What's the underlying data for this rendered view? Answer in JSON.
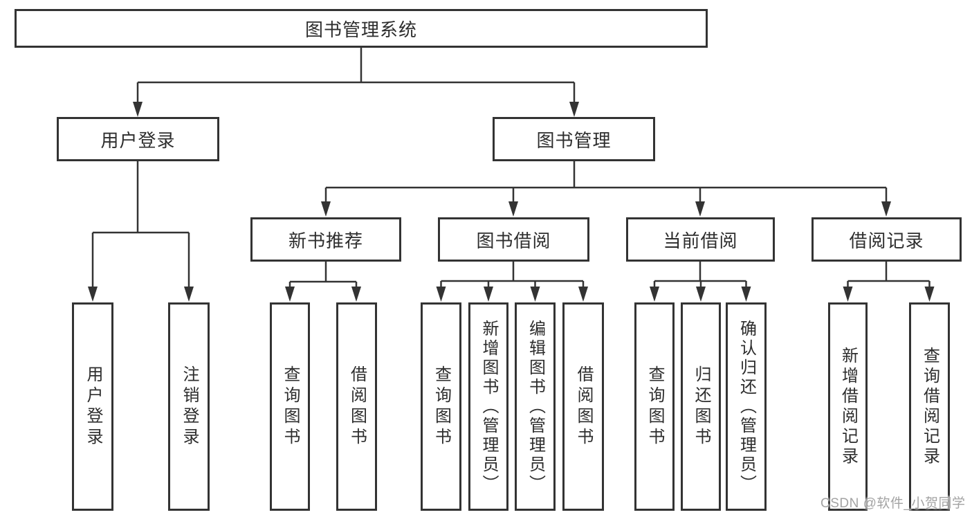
{
  "nodes": {
    "root": {
      "label": "图书管理系统"
    },
    "user_login": {
      "label": "用户登录"
    },
    "book_mgmt": {
      "label": "图书管理"
    },
    "new_book_rec": {
      "label": "新书推荐"
    },
    "book_borrow": {
      "label": "图书借阅"
    },
    "current_borrow": {
      "label": "当前借阅"
    },
    "borrow_records": {
      "label": "借阅记录"
    },
    "leaf_user_login": {
      "label": "用户登录"
    },
    "leaf_logout": {
      "label": "注销登录"
    },
    "leaf_nb_query": {
      "label": "查询图书"
    },
    "leaf_nb_borrow": {
      "label": "借阅图书"
    },
    "leaf_bb_query": {
      "label": "查询图书"
    },
    "leaf_bb_add": {
      "label": "新增图书（管理员）"
    },
    "leaf_bb_edit": {
      "label": "编辑图书（管理员）"
    },
    "leaf_bb_borrow": {
      "label": "借阅图书"
    },
    "leaf_cb_query": {
      "label": "查询图书"
    },
    "leaf_cb_return": {
      "label": "归还图书"
    },
    "leaf_cb_confirm": {
      "label": "确认归还（管理员）"
    },
    "leaf_br_add": {
      "label": "新增借阅记录"
    },
    "leaf_br_query": {
      "label": "查询借阅记录"
    }
  },
  "edges": [
    {
      "from": "root",
      "to": "user_login"
    },
    {
      "from": "root",
      "to": "book_mgmt"
    },
    {
      "from": "user_login",
      "to": "leaf_user_login"
    },
    {
      "from": "user_login",
      "to": "leaf_logout"
    },
    {
      "from": "book_mgmt",
      "to": "new_book_rec"
    },
    {
      "from": "book_mgmt",
      "to": "book_borrow"
    },
    {
      "from": "book_mgmt",
      "to": "current_borrow"
    },
    {
      "from": "book_mgmt",
      "to": "borrow_records"
    },
    {
      "from": "new_book_rec",
      "to": "leaf_nb_query"
    },
    {
      "from": "new_book_rec",
      "to": "leaf_nb_borrow"
    },
    {
      "from": "book_borrow",
      "to": "leaf_bb_query"
    },
    {
      "from": "book_borrow",
      "to": "leaf_bb_add"
    },
    {
      "from": "book_borrow",
      "to": "leaf_bb_edit"
    },
    {
      "from": "book_borrow",
      "to": "leaf_bb_borrow"
    },
    {
      "from": "current_borrow",
      "to": "leaf_cb_query"
    },
    {
      "from": "current_borrow",
      "to": "leaf_cb_return"
    },
    {
      "from": "current_borrow",
      "to": "leaf_cb_confirm"
    },
    {
      "from": "borrow_records",
      "to": "leaf_br_add"
    },
    {
      "from": "borrow_records",
      "to": "leaf_br_query"
    }
  ],
  "watermark": {
    "text": "CSDN @软件_小贺同学"
  },
  "colors": {
    "line": "#333333",
    "text": "#2d2d2d",
    "watermark": "#a3a3a3",
    "bg": "#ffffff"
  }
}
